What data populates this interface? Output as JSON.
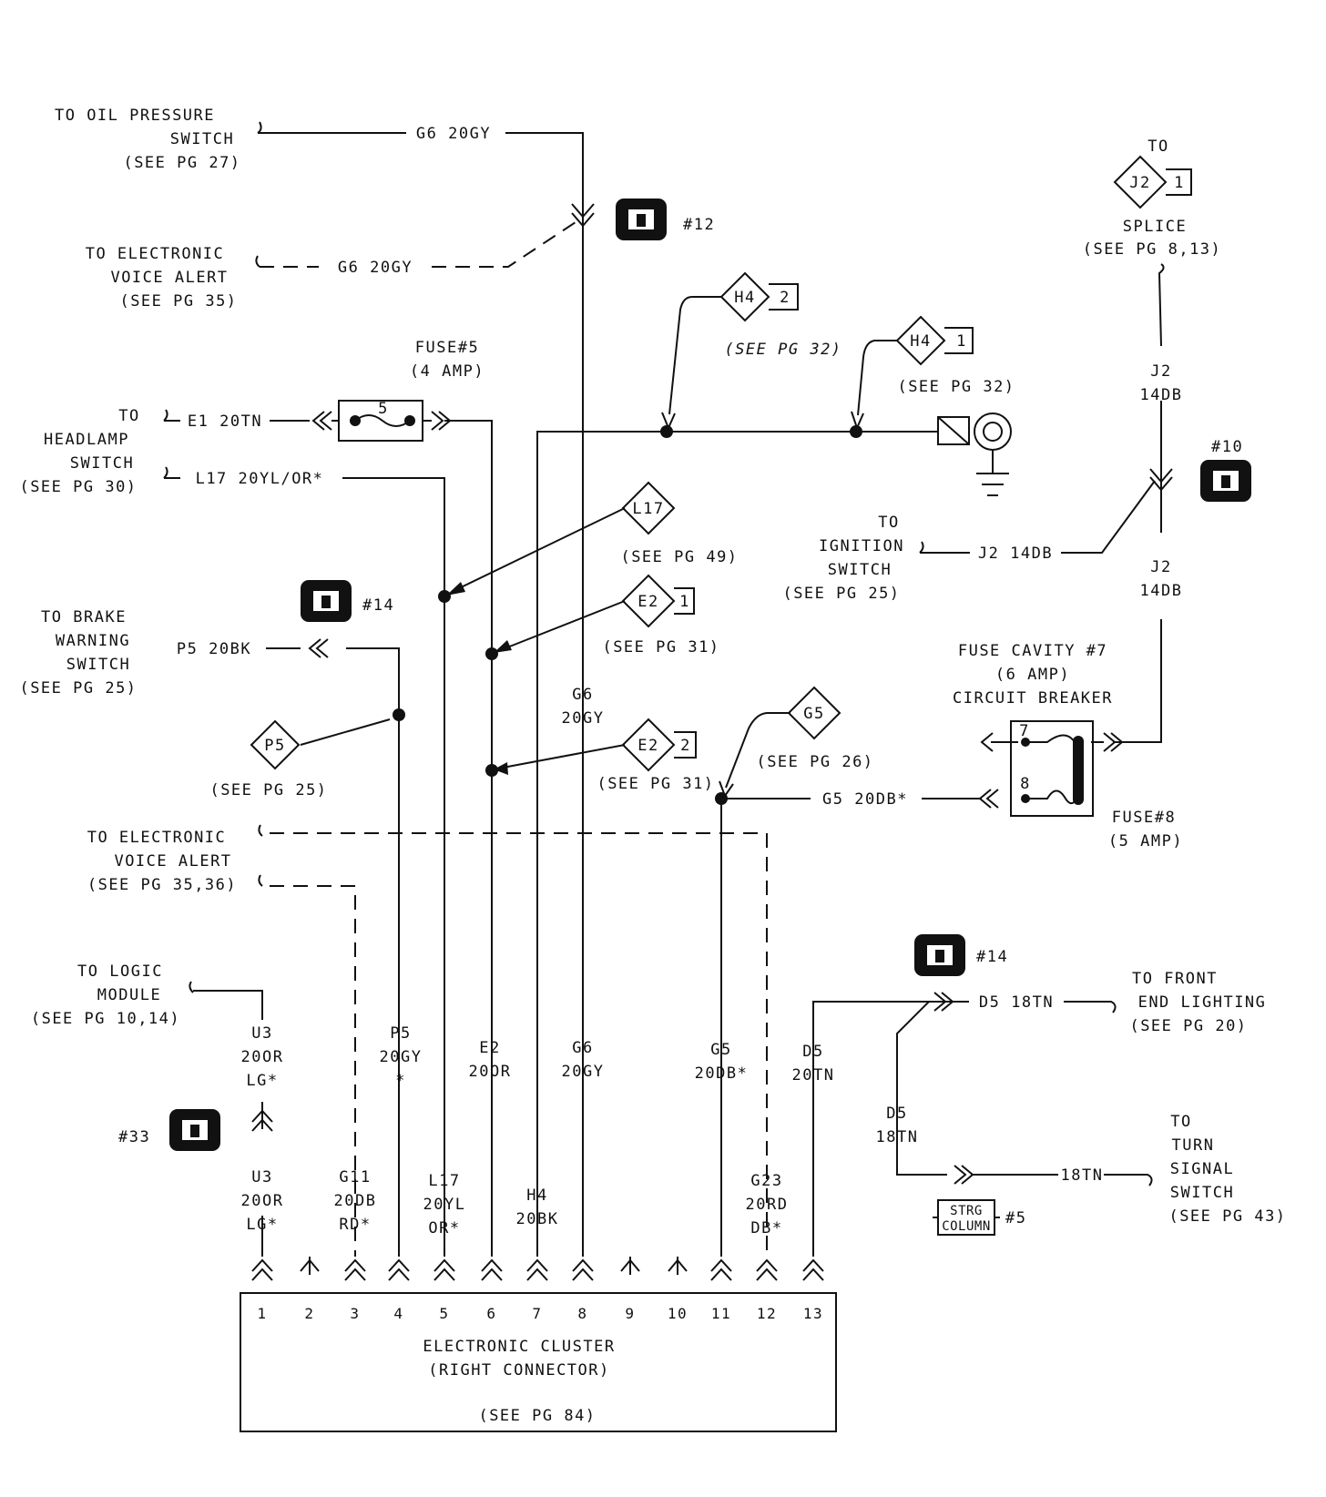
{
  "left_labels": {
    "oil_pressure": [
      "TO OIL PRESSURE",
      "SWITCH",
      "(SEE PG 27)"
    ],
    "voice_alert_1": [
      "TO ELECTRONIC",
      "VOICE ALERT",
      "(SEE PG 35)"
    ],
    "headlamp": [
      "TO",
      "HEADLAMP",
      "SWITCH",
      "(SEE PG 30)"
    ],
    "brake_warning": [
      "TO BRAKE",
      "WARNING",
      "SWITCH",
      "(SEE PG 25)"
    ],
    "voice_alert_2": [
      "TO ELECTRONIC",
      "VOICE ALERT",
      "(SEE PG 35,36)"
    ],
    "logic_module": [
      "TO LOGIC",
      "MODULE",
      "(SEE PG 10,14)"
    ]
  },
  "wires": {
    "g6_top": "G6 20GY",
    "g6_dashed": "G6 20GY",
    "e1": "E1 20TN",
    "l17": "L17 20YL/OR*",
    "p5": "P5 20BK",
    "g5": "G5 20DB*",
    "j2_ign": "J2 14DB",
    "d5_front": "D5 18TN",
    "d5_turn": "18TN"
  },
  "vertical_labels": {
    "g6_mid": [
      "G6",
      "20GY"
    ],
    "j2_top": [
      "J2",
      "14DB"
    ],
    "j2_bottom": [
      "J2",
      "14DB"
    ],
    "u3_top": [
      "U3",
      "20OR",
      "LG*"
    ],
    "p5": [
      "P5",
      "20GY",
      "*"
    ],
    "e2": [
      "E2",
      "20OR"
    ],
    "g6": [
      "G6",
      "20GY"
    ],
    "g5": [
      "G5",
      "20DB*"
    ],
    "d5_13": [
      "D5",
      "20TN"
    ],
    "d5_18": [
      "D5",
      "18TN"
    ],
    "u3_bottom": [
      "U3",
      "20OR",
      "LG*"
    ],
    "g11": [
      "G11",
      "20DB",
      "RD*"
    ],
    "l17": [
      "L17",
      "20YL",
      "OR*"
    ],
    "h4": [
      "H4",
      "20BK"
    ],
    "g23": [
      "G23",
      "20RD",
      "DB*"
    ]
  },
  "fuse5": {
    "title": "FUSE#5",
    "rating": "(4 AMP)",
    "number": "5"
  },
  "splices": {
    "h4_2": {
      "id": "H4",
      "num": "2",
      "ref": "(SEE PG 32)"
    },
    "h4_1": {
      "id": "H4",
      "num": "1",
      "ref": "(SEE PG 32)"
    },
    "l17": {
      "id": "L17",
      "ref": "(SEE PG 49)"
    },
    "e2_1": {
      "id": "E2",
      "num": "1",
      "ref": "(SEE PG 31)"
    },
    "e2_2": {
      "id": "E2",
      "num": "2",
      "ref": "(SEE PG 31)"
    },
    "p5": {
      "id": "P5",
      "ref": "(SEE PG 25)"
    },
    "g5": {
      "id": "G5",
      "ref": "(SEE PG 26)"
    },
    "j2": {
      "id": "J2",
      "num": "1",
      "to": "TO",
      "label": "SPLICE",
      "ref": "(SEE PG 8,13)"
    }
  },
  "connectors": {
    "c12": "#12",
    "c10": "#10",
    "c14a": "#14",
    "c14b": "#14",
    "c33": "#33"
  },
  "ignition": [
    "TO",
    "IGNITION",
    "SWITCH",
    "(SEE PG 25)"
  ],
  "fuse_cavity": {
    "lines": [
      "FUSE CAVITY #7",
      "(6 AMP)",
      "CIRCUIT BREAKER"
    ],
    "term_top": "7",
    "term_bottom": "8"
  },
  "fuse8": [
    "FUSE#8",
    "(5 AMP)"
  ],
  "front_lighting": [
    "TO FRONT",
    "END LIGHTING",
    "(SEE PG 20)"
  ],
  "turn_signal": [
    "TO",
    "TURN",
    "SIGNAL",
    "SWITCH",
    "(SEE PG 43)"
  ],
  "strg_column": {
    "line1": "STRG",
    "line2": "COLUMN",
    "num": "#5"
  },
  "cluster": {
    "pins": [
      "1",
      "2",
      "3",
      "4",
      "5",
      "6",
      "7",
      "8",
      "9",
      "10",
      "11",
      "12",
      "13"
    ],
    "name": "ELECTRONIC CLUSTER",
    "sub": "(RIGHT CONNECTOR)",
    "ref": "(SEE PG 84)"
  }
}
